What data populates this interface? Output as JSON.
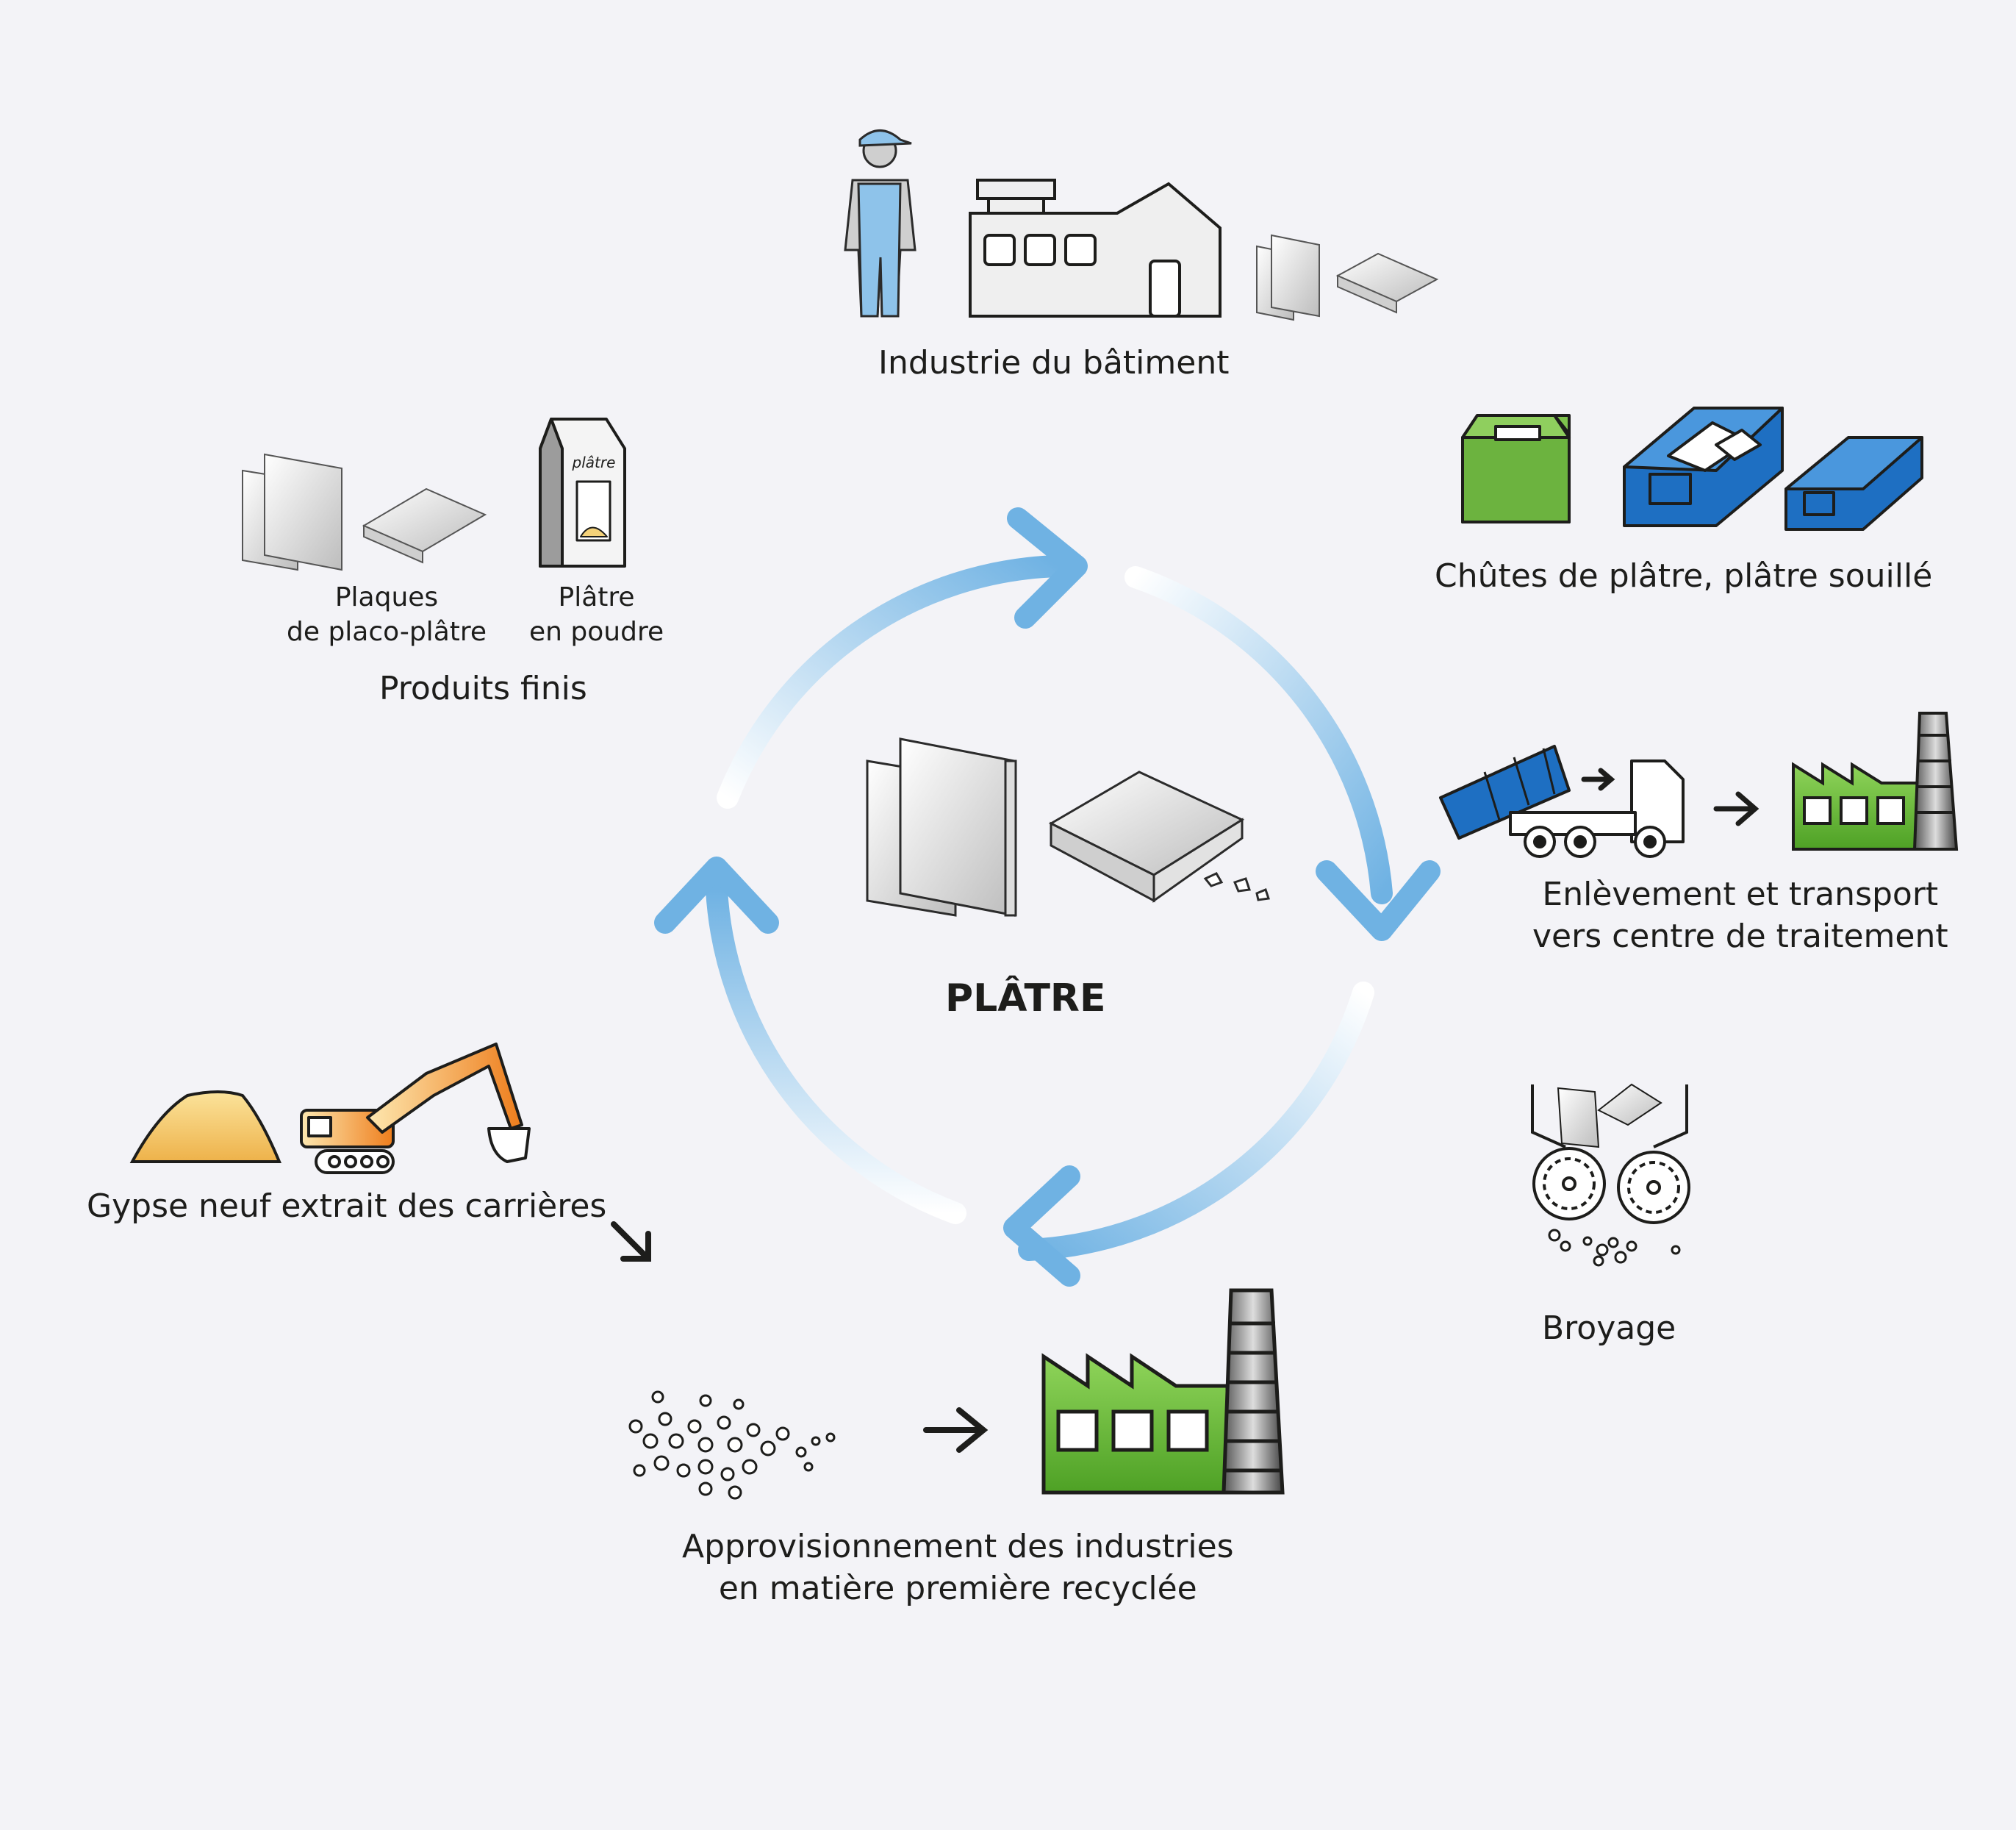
{
  "center": {
    "title": "PLÂTRE"
  },
  "stages": {
    "batiment": "Industrie du bâtiment",
    "chutes": "Chûtes de plâtre, plâtre souillé",
    "transport_line1": "Enlèvement et transport",
    "transport_line2": "vers centre de traitement",
    "broyage": "Broyage",
    "appro_line1": "Approvisionnement des industries",
    "appro_line2": "en matière première recyclée",
    "gypse": "Gypse neuf extrait des carrières",
    "produits": "Produits finis",
    "plaques_line1": "Plaques",
    "plaques_line2": "de placo-plâtre",
    "poudre_line1": "Plâtre",
    "poudre_line2": "en poudre",
    "bag_label": "plâtre"
  },
  "colors": {
    "cycle_arrow": "#6fb2e3",
    "factory_green": "#6cc23a",
    "dumpster_blue": "#1e6fc2",
    "bin_green": "#6cb33f",
    "excavator_orange": "#f08c2a",
    "gypsum_yellow": "#f4c96b",
    "worker_blue": "#8ec3ea",
    "background": "#f3f3f7"
  },
  "icons": [
    "worker-icon",
    "building-icon",
    "plasterboard-icon",
    "green-bin-icon",
    "blue-dumpster-icon",
    "truck-icon",
    "factory-icon",
    "crusher-icon",
    "gravel-icon",
    "gypsum-pile-icon",
    "excavator-icon",
    "plaster-bag-icon",
    "arrow-icon"
  ]
}
